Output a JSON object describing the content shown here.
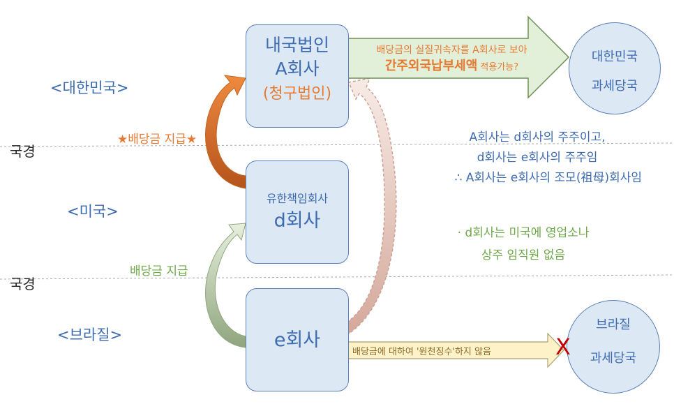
{
  "countries": {
    "korea": "<대한민국>",
    "usa": "<미국>",
    "brazil": "<브라질>"
  },
  "border_label": "국경",
  "company_a": {
    "line1": "내국법인",
    "line2": "A회사",
    "line3": "(청구법인)"
  },
  "company_d": {
    "line1": "유한책임회사",
    "line2": "d회사"
  },
  "company_e": {
    "line1": "e회사"
  },
  "korea_tax": {
    "line1": "대한민국",
    "line2": "과세당국"
  },
  "brazil_tax": {
    "line1": "브라질",
    "line2": "과세당국"
  },
  "dividend_pay_star": "★배당금 지급★",
  "dividend_pay": "배당금 지급",
  "arrow_top": {
    "line1": "배당금의 실질귀속자를 A회사로 보아",
    "line2_bold": "간주외국납부세액",
    "line2_rest": " 적용가능?"
  },
  "arrow_bottom": "배당금에 대하여 '원천징수'하지 않음",
  "x_mark": "X",
  "note1": {
    "line1": "A회사는 d회사의 주주이고,",
    "line2": "d회사는 e회사의 주주임",
    "line3": "∴ A회사는 e회사의 조모(祖母)회사임"
  },
  "note2": {
    "line1": "· d회사는 미국에 영업소나",
    "line2": "상주 임직원 없음"
  },
  "colors": {
    "box_fill": "#dde8f5",
    "box_stroke": "#5b7fb5",
    "text_blue": "#3d6bb0",
    "orange": "#e87a30",
    "green": "#6fa84a",
    "arrow_top_fill": "#e2efd9",
    "arrow_bottom_fill": "#fdf2c8",
    "x_red": "#c00000"
  }
}
